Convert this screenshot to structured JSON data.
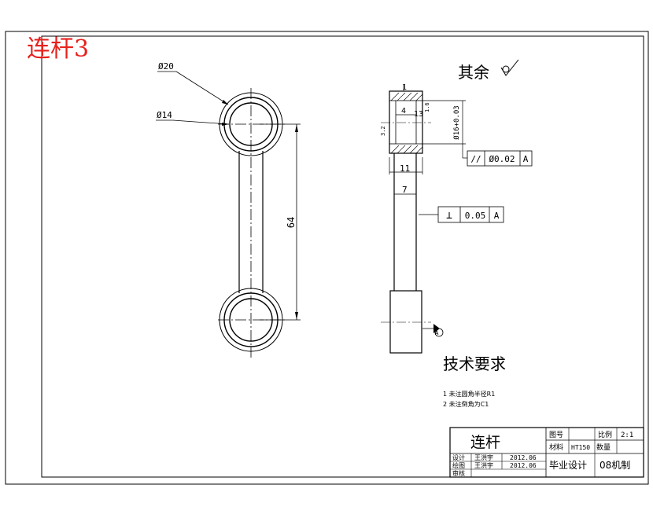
{
  "corner_title": "连杆3",
  "roughness_note": "其余",
  "front_view": {
    "outer_diameter": "Ø20",
    "inner_diameter": "Ø14",
    "center_distance": "64"
  },
  "side_view": {
    "dim_top": "1",
    "dim_4": "4",
    "dim_13": "13",
    "dim_11": "11",
    "dim_7": "7",
    "bore_tolerance": "Ø16+0.03",
    "roughness_a": "3.2",
    "roughness_b": "1.6"
  },
  "tolerance_frames": [
    {
      "symbol": "//",
      "value": "Ø0.02",
      "datum": "A"
    },
    {
      "symbol": "⊥",
      "value": "0.05",
      "datum": "A"
    }
  ],
  "datum_label": "A",
  "technical_requirements": {
    "title": "技术要求",
    "items": [
      "1 未注圆角半径R1",
      "2 未注倒角为C1"
    ]
  },
  "title_block": {
    "part_name": "连杆",
    "drawing_no_label": "图号",
    "scale_label": "比例",
    "scale_value": "2:1",
    "material_label": "材料",
    "material_value": "HT150",
    "quantity_label": "数量",
    "designer_label": "设计",
    "designer_name": "王洪宇",
    "design_date": "2012.06",
    "drafter_label": "绘图",
    "drafter_name": "王洪宇",
    "draft_date": "2012.06",
    "reviewer_label": "审核",
    "project": "毕业设计",
    "class_name": "08机制"
  }
}
